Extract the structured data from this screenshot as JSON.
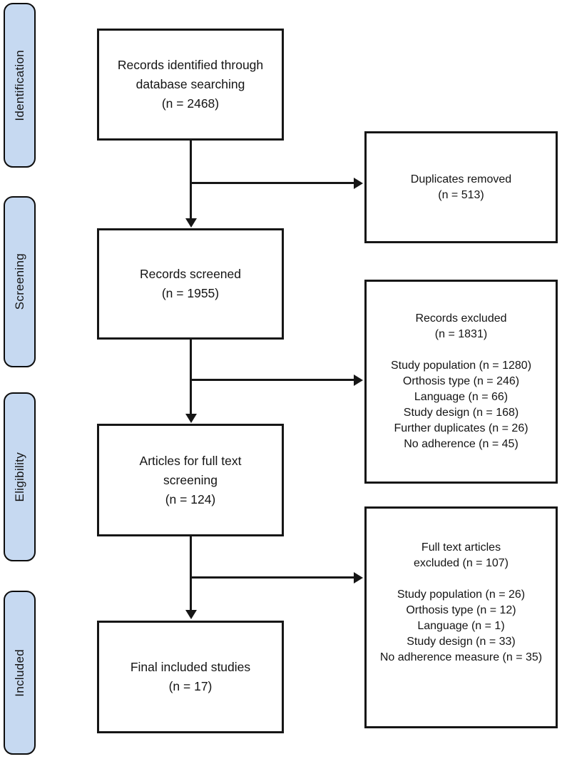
{
  "diagram": {
    "type": "prisma-flowchart",
    "stages": [
      {
        "label": "Identification"
      },
      {
        "label": "Screening"
      },
      {
        "label": "Eligibility"
      },
      {
        "label": "Included"
      }
    ],
    "main_boxes": [
      {
        "id": "records-identified",
        "text": "Records identified through\ndatabase searching\n(n = 2468)",
        "n": 2468
      },
      {
        "id": "records-screened",
        "text": "Records screened\n(n = 1955)",
        "n": 1955
      },
      {
        "id": "articles-full-text",
        "text": "Articles for full text\nscreening\n(n = 124)",
        "n": 124
      },
      {
        "id": "final-included",
        "text": "Final included studies\n(n = 17)",
        "n": 17
      }
    ],
    "side_boxes": [
      {
        "id": "duplicates-removed",
        "text": "Duplicates removed\n(n = 513)",
        "n": 513
      },
      {
        "id": "records-excluded",
        "text": "Records excluded\n(n = 1831)\n\nStudy population (n = 1280)\nOrthosis type (n = 246)\nLanguage (n = 66)\nStudy design (n = 168)\nFurther duplicates (n = 26)\nNo adherence (n = 45)",
        "n": 1831
      },
      {
        "id": "full-text-excluded",
        "text": "Full text articles\nexcluded (n = 107)\n\nStudy population (n = 26)\nOrthosis type (n = 12)\nLanguage (n = 1)\nStudy design (n = 33)\nNo adherence measure (n = 35)",
        "n": 107
      }
    ],
    "colors": {
      "stage_fill": "#c6d9f1",
      "line": "#161616",
      "box_fill": "#ffffff"
    }
  }
}
